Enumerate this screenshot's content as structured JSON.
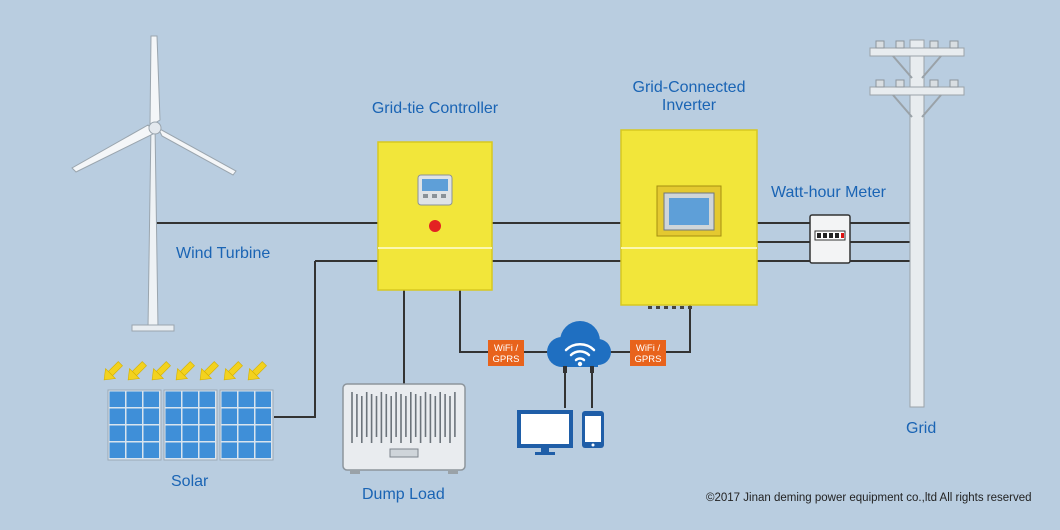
{
  "labels": {
    "grid_tie_controller": "Grid-tie Controller",
    "inverter_line1": "Grid-Connected",
    "inverter_line2": "Inverter",
    "watt_hour_meter": "Watt-hour Meter",
    "wind_turbine": "Wind Turbine",
    "solar": "Solar",
    "dump_load": "Dump Load",
    "grid": "Grid"
  },
  "wifi_badge_left": {
    "line1": "WiFi /",
    "line2": "GPRS"
  },
  "wifi_badge_right": {
    "line1": "WiFi /",
    "line2": "GPRS"
  },
  "copyright": "2017 Jinan deming power equipment co.,ltd All rights reserved",
  "copyright_symbol": "©",
  "colors": {
    "background": "#b9cde0",
    "label_text": "#1a64b4",
    "device_yellow": "#f2e63a",
    "wifi_badge": "#e8631c",
    "cloud": "#1f6fc1",
    "solar_cell": "#3f8fd8",
    "sun_arrow": "#f3d21e",
    "indicator_red": "#e32222",
    "wire": "#333333"
  },
  "icons": [
    "wind-turbine-icon",
    "solar-panel-icon",
    "dump-load-icon",
    "controller-icon",
    "inverter-icon",
    "meter-icon",
    "utility-pole-icon",
    "cloud-wifi-icon",
    "monitor-icon",
    "phone-icon"
  ]
}
